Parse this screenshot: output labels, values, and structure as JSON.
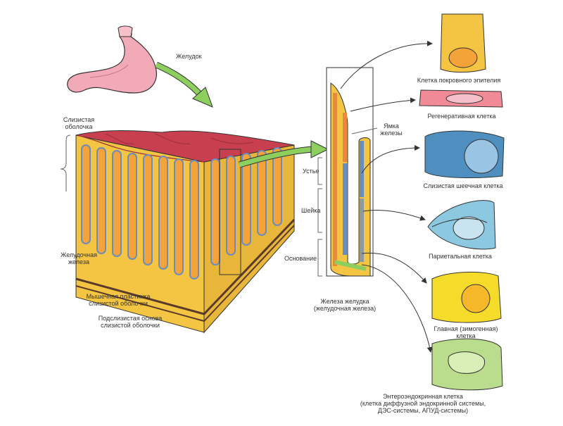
{
  "labels": {
    "stomach": "Желудок",
    "mucosa": [
      "Слизистая",
      "оболочка"
    ],
    "gastric_gland": [
      "Желудочная",
      "железа"
    ],
    "muscularis": [
      "Мышечная пластинка",
      "слизистой оболочки"
    ],
    "submucosa": [
      "Подслизистая основа",
      "слизистой оболочки"
    ],
    "pit": [
      "Ямка",
      "железы"
    ],
    "isthmus": "Устье",
    "neck": "Шейка",
    "base": "Основание",
    "gland_caption": [
      "Железа желудка",
      "(желудочная железа)"
    ],
    "cells": {
      "surface": "Клетка покровного эпителия",
      "regenerative": "Регенеративная клетка",
      "mucous_neck": "Слизистая шеечная клетка",
      "parietal": "Париетальная клетка",
      "chief": [
        "Главная (зимогенная)",
        "клетка"
      ],
      "enteroendocrine": [
        "Энтероэндокринная клетка",
        "(клетка диффузной эндокринной системы,",
        "ДЭС-системы, АПУД-системы)"
      ]
    }
  },
  "colors": {
    "stomach": "#f2a9b8",
    "mucosa_top": "#c8404f",
    "tissue": "#f3c542",
    "arrow_green": "#8ccf5f",
    "cell_surface": "#f3c542",
    "cell_regen": "#f08a96",
    "cell_mucous": "#4f8fbf",
    "cell_parietal": "#8cc8e0",
    "cell_chief": "#f6dc2a",
    "cell_entero": "#b9dd8c"
  }
}
